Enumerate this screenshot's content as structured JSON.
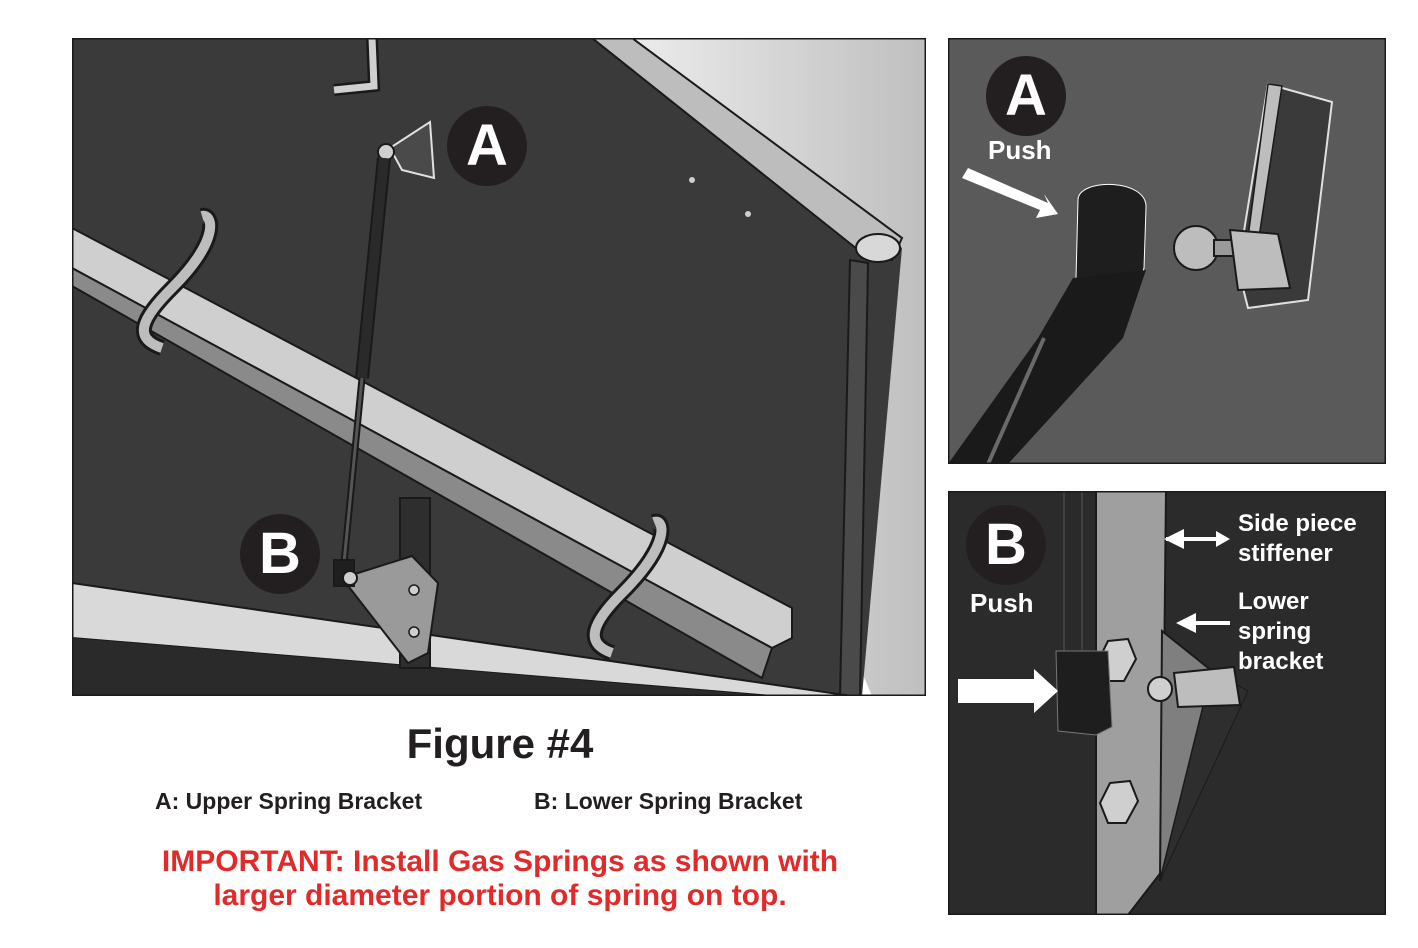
{
  "figure": {
    "title": "Figure #4",
    "legend_a": "A: Upper Spring Bracket",
    "legend_b": "B: Lower Spring Bracket",
    "important_line1": "IMPORTANT: Install Gas Springs as shown with",
    "important_line2": "larger diameter portion of spring on top."
  },
  "main_view": {
    "badge_a": "A",
    "badge_b": "B"
  },
  "detail_a": {
    "badge": "A",
    "push_label": "Push"
  },
  "detail_b": {
    "badge": "B",
    "push_label": "Push",
    "callout_stiffener": [
      "Side piece",
      "stiffener"
    ],
    "callout_bracket": [
      "Lower",
      "spring",
      "bracket"
    ]
  },
  "colors": {
    "important_text": "#e12a2a",
    "badge_bg": "#231f20",
    "panel_dark": "#3a3a3a"
  }
}
